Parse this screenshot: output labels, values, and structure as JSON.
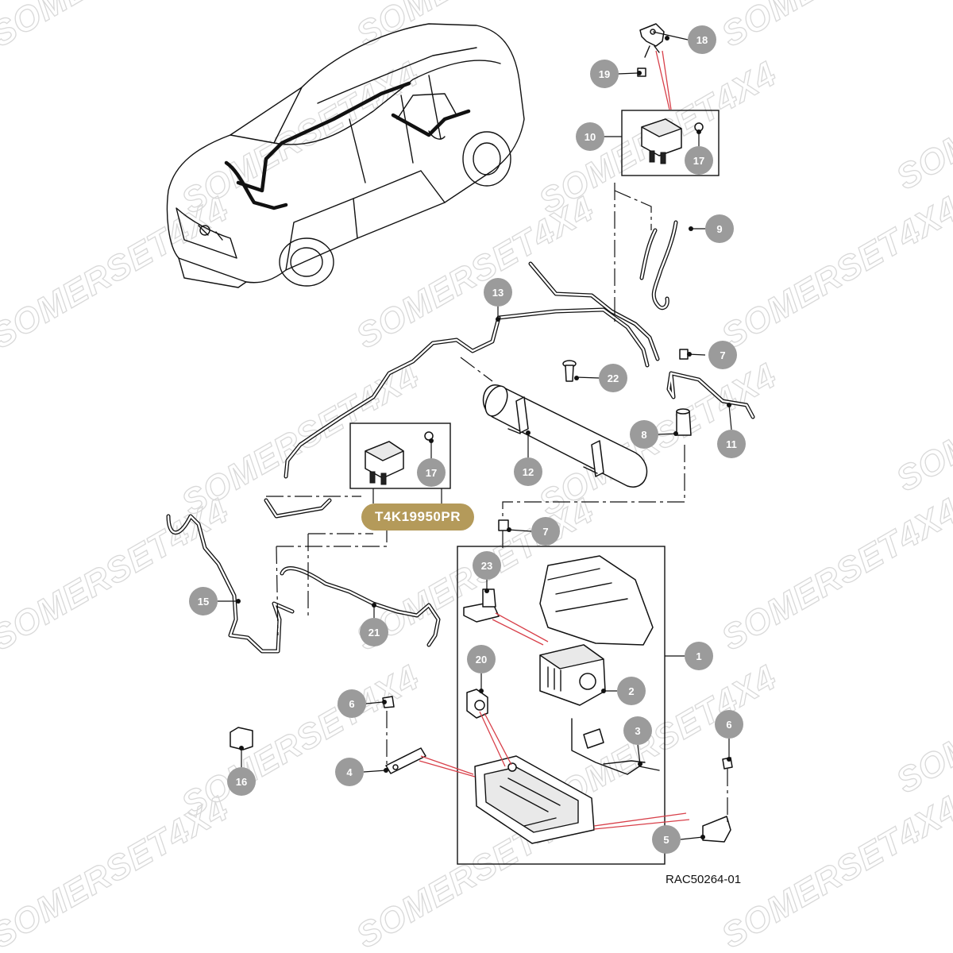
{
  "watermark": {
    "text": "SOMERSET4X4"
  },
  "part_number": "T4K19950PR",
  "diagram_ref": "RAC50264-01",
  "callouts": [
    {
      "label": "18"
    },
    {
      "label": "19"
    },
    {
      "label": "10"
    },
    {
      "label": "17"
    },
    {
      "label": "9"
    },
    {
      "label": "7"
    },
    {
      "label": "13"
    },
    {
      "label": "22"
    },
    {
      "label": "8"
    },
    {
      "label": "11"
    },
    {
      "label": "12"
    },
    {
      "label": "17"
    },
    {
      "label": "7"
    },
    {
      "label": "23"
    },
    {
      "label": "15"
    },
    {
      "label": "21"
    },
    {
      "label": "1"
    },
    {
      "label": "20"
    },
    {
      "label": "2"
    },
    {
      "label": "6"
    },
    {
      "label": "3"
    },
    {
      "label": "6"
    },
    {
      "label": "4"
    },
    {
      "label": "16"
    },
    {
      "label": "5"
    }
  ],
  "colors": {
    "badge": "#b49a5a",
    "callout": "#9b9b9b",
    "leader_red": "#d8404a",
    "watermark": "#d9d9d9"
  }
}
